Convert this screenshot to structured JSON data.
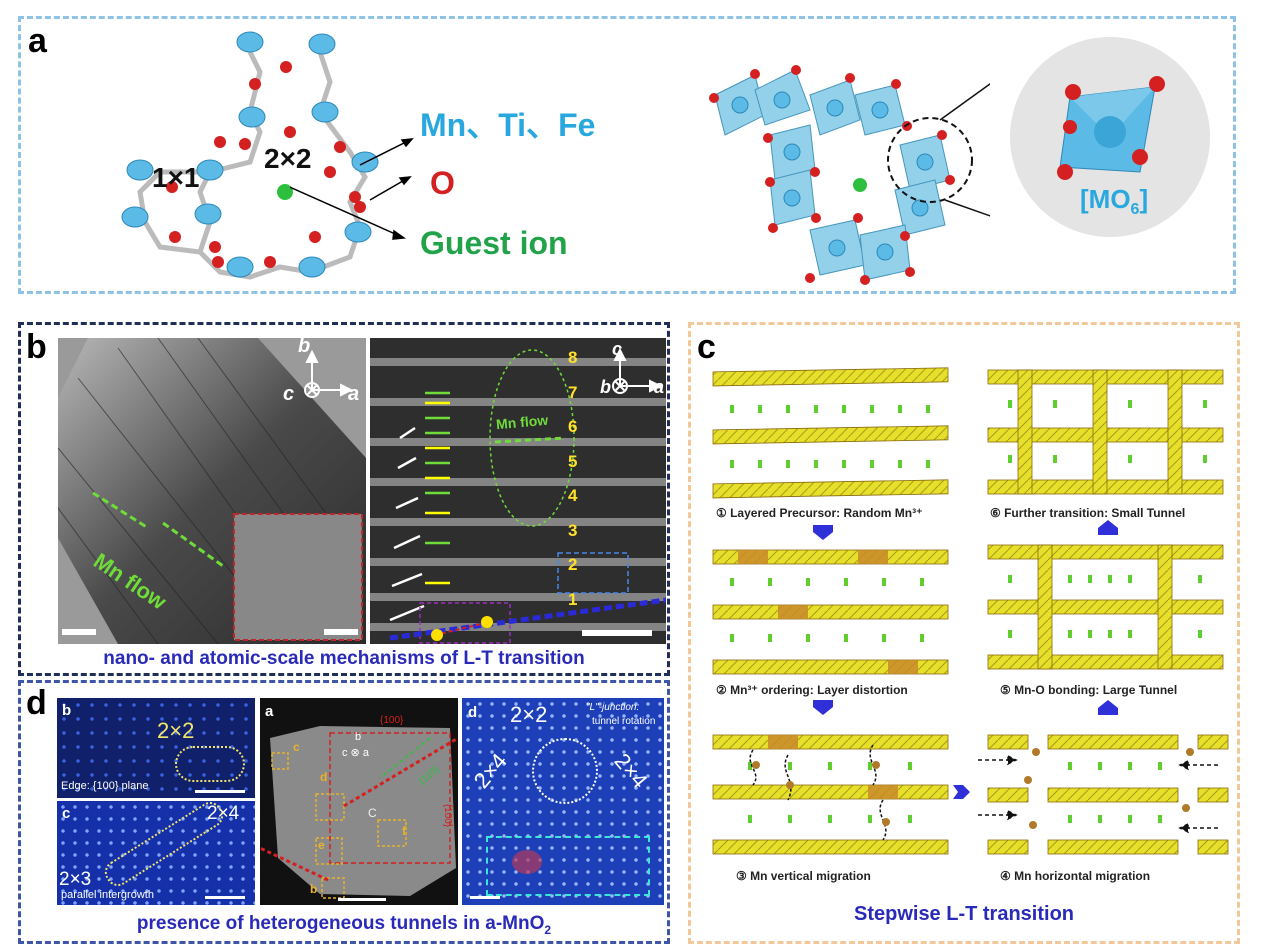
{
  "panel_a": {
    "letter": "a",
    "label_1x1": "1×1",
    "label_2x2": "2×2",
    "legend_metal": "Mn、Ti、Fe",
    "legend_oxygen": "O",
    "legend_guest": "Guest ion",
    "mo6_prefix": "[MO",
    "mo6_sub": "6",
    "mo6_suffix": "]",
    "colors": {
      "metal": "#5bbbe6",
      "oxygen": "#d42020",
      "guest": "#2fbf3f"
    }
  },
  "panel_b": {
    "letter": "b",
    "left_axes": {
      "b": "b",
      "c": "c",
      "a": "a"
    },
    "left_flow": "Mn flow",
    "right_axes": {
      "c": "c",
      "b": "b",
      "a": "a"
    },
    "right_flow": "Mn flow",
    "layer_numbers": [
      "8",
      "7",
      "6",
      "5",
      "4",
      "3",
      "2",
      "1"
    ],
    "caption": "nano- and atomic-scale mechanisms of L-T transition"
  },
  "panel_d": {
    "letter": "d",
    "sub_b": "b",
    "sub_b_tunnel": "2×2",
    "sub_b_note": "Edge: {100} plane",
    "sub_c": "c",
    "sub_c_tunnel_1": "2×4",
    "sub_c_tunnel_2": "2×3",
    "sub_c_note": "parallel intergrowth",
    "sub_a": "a",
    "sub_a_top": "{100}",
    "sub_a_diag": "{110}",
    "sub_a_side": "{100}",
    "sub_a_boxes": [
      "c",
      "d",
      "e",
      "f",
      "b"
    ],
    "sub_a_center": "C",
    "sub_a_axes": {
      "b": "b",
      "c": "c",
      "a": "a"
    },
    "sub_d": "d",
    "sub_d_tunnel_1": "2×2",
    "sub_d_note_1": "\"L\"-junction:",
    "sub_d_note_2": "tunnel rotation",
    "sub_d_tunnel_2": "2×4",
    "sub_d_tunnel_3": "2×4",
    "caption_main": "presence of heterogeneous tunnels in a-MnO",
    "caption_sub": "2"
  },
  "panel_c": {
    "letter": "c",
    "steps": [
      "① Layered Precursor: Random Mn³⁺",
      "② Mn³⁺ ordering: Layer distortion",
      "③ Mn vertical migration",
      "④ Mn horizontal migration",
      "⑤ Mn-O bonding: Large Tunnel",
      "⑥ Further transition: Small Tunnel"
    ],
    "caption": "Stepwise L-T transition",
    "colors": {
      "layer": "#e6e02a",
      "layer_dark": "#c98a2a",
      "ion": "#5fcf2f"
    }
  }
}
